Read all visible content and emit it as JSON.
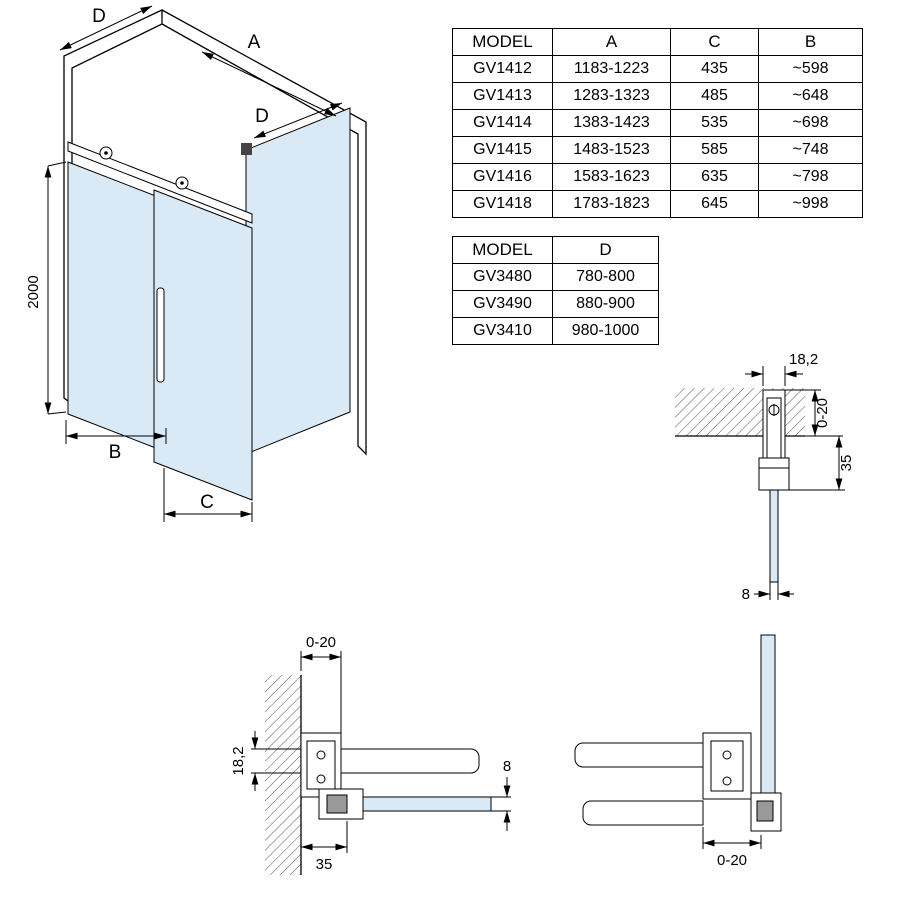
{
  "colors": {
    "glass": "#d9eaf6",
    "line": "#000000"
  },
  "tables": {
    "main": {
      "headers": [
        "MODEL",
        "A",
        "C",
        "B"
      ],
      "rows": [
        [
          "GV1412",
          "1183-1223",
          "435",
          "~598"
        ],
        [
          "GV1413",
          "1283-1323",
          "485",
          "~648"
        ],
        [
          "GV1414",
          "1383-1423",
          "535",
          "~698"
        ],
        [
          "GV1415",
          "1483-1523",
          "585",
          "~748"
        ],
        [
          "GV1416",
          "1583-1623",
          "635",
          "~798"
        ],
        [
          "GV1418",
          "1783-1823",
          "645",
          "~998"
        ]
      ]
    },
    "depth": {
      "headers": [
        "MODEL",
        "D"
      ],
      "rows": [
        [
          "GV3480",
          "780-800"
        ],
        [
          "GV3490",
          "880-900"
        ],
        [
          "GV3410",
          "980-1000"
        ]
      ]
    }
  },
  "iso": {
    "dim_wall_d": "D",
    "dim_a": "A",
    "dim_panel_d": "D",
    "dim_height": "2000",
    "dim_b": "B",
    "dim_c": "C"
  },
  "section_top": {
    "dim_width": "18,2",
    "dim_adjust": "0-20",
    "dim_profile_depth": "35",
    "dim_glass": "8"
  },
  "plan_left": {
    "dim_adjust": "0-20",
    "dim_width": "18,2",
    "dim_profile_depth": "35",
    "dim_glass": "8"
  },
  "plan_right": {
    "dim_adjust": "0-20"
  }
}
